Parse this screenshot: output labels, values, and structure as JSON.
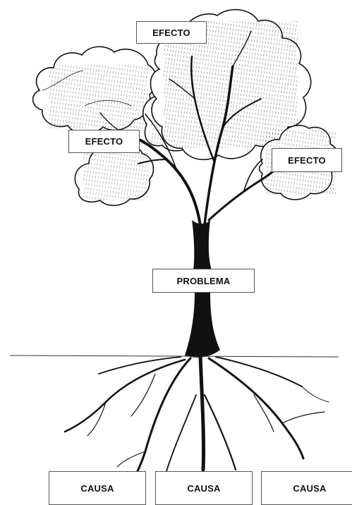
{
  "effects": {
    "top": "EFECTO",
    "left": "EFECTO",
    "right": "EFECTO"
  },
  "problem": "PROBLEMA",
  "causes": [
    "CAUSA",
    "CAUSA",
    "CAUSA"
  ],
  "colors": {
    "ink": "#111111",
    "paper": "#ffffff",
    "box_border": "#555555"
  }
}
